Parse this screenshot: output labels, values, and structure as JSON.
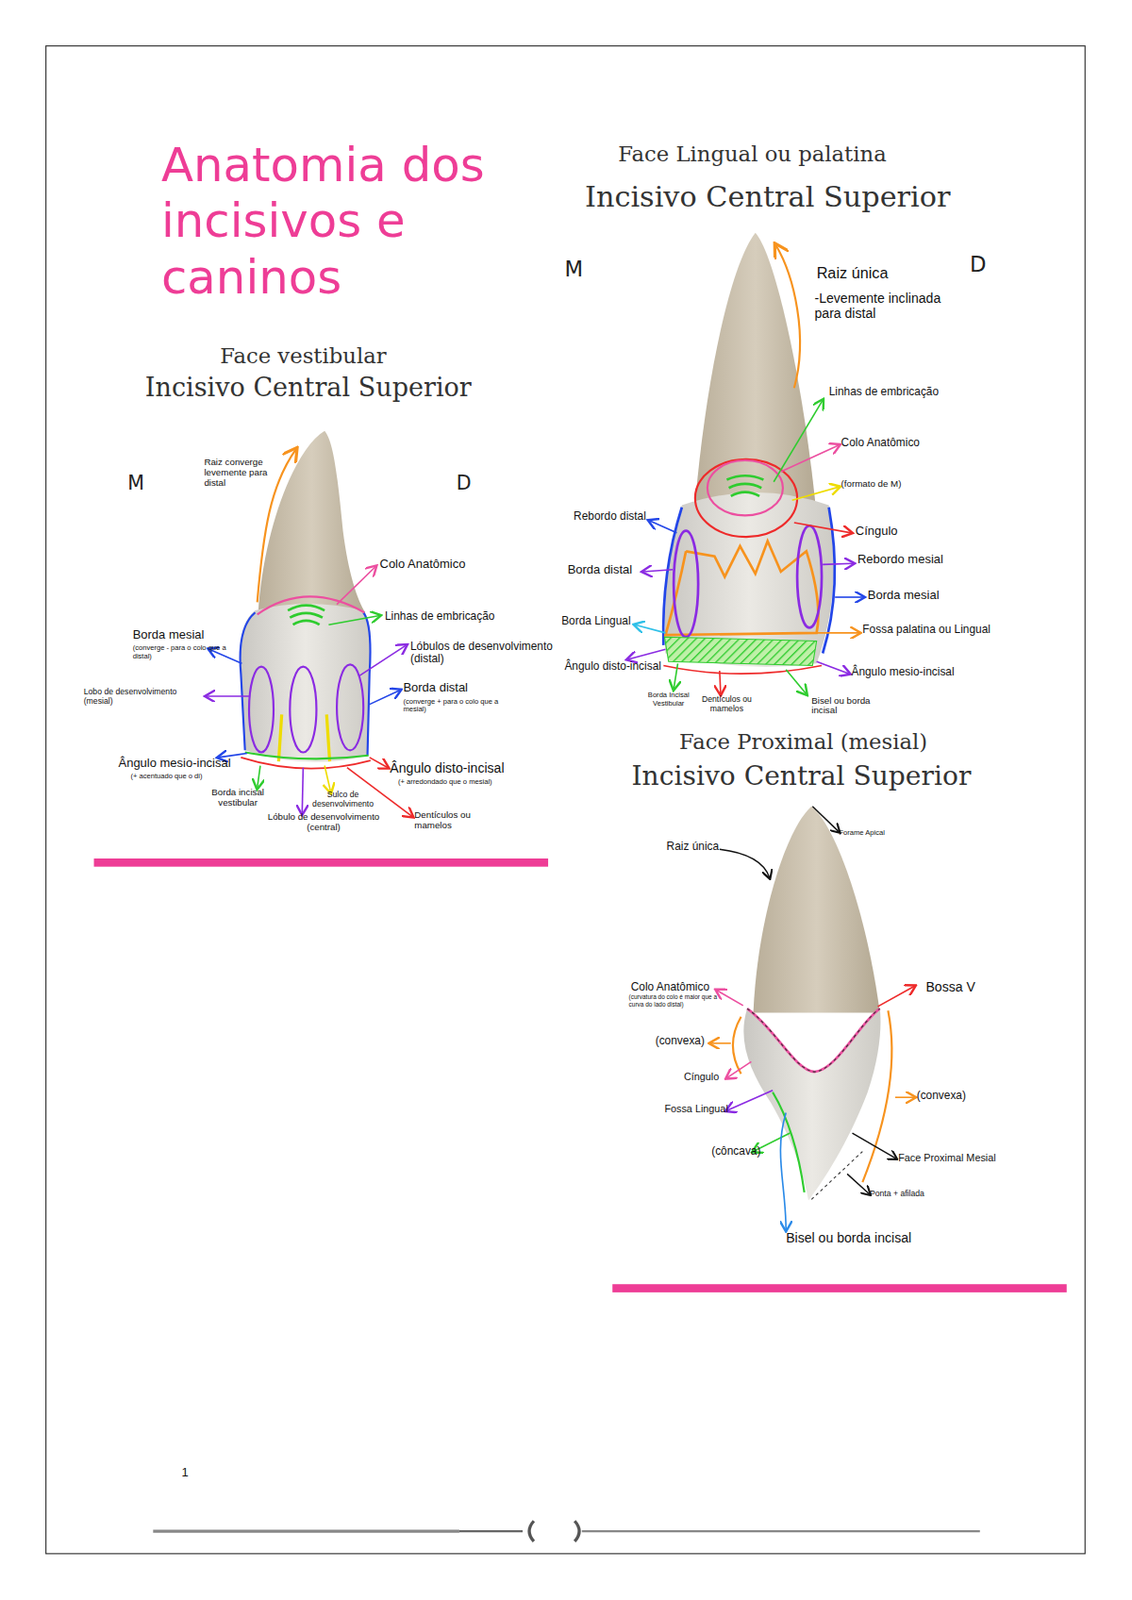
{
  "diagram": {
    "title": "Anatomia dos incisivos e caninos",
    "labels": [
      "Face vestibular",
      "Incisivo Central Superior",
      "M",
      "D",
      "Raiz converge levemente para distal",
      "Colo Anatômico",
      "Linhas de embricação",
      "Lóbulos de desenvolvimento (distal)",
      "Borda mesial",
      "(converge - para o colo que a distal)",
      "Lobo de desenvolvimento (mesial)",
      "Borda distal",
      "(converge + para o colo que a mesial)",
      "Ângulo mesio-incisal",
      "(+ acentuado que o di)",
      "Ângulo disto-incisal",
      "(+ arredondado que o mesial)",
      "Borda incisal vestibular",
      "Sulco de desenvolvimento",
      "Lóbulo de desenvolvimento (central)",
      "Dentículos ou mamelos",
      "Face Lingual ou palatina",
      "Incisivo Central Superior",
      "M",
      "D",
      "Raiz única",
      "-Levemente inclinada para distal",
      "Linhas de embricação",
      "Colo Anatômico",
      "(formato de M)",
      "Cíngulo",
      "Rebordo distal",
      "Rebordo mesial",
      "Borda distal",
      "Borda mesial",
      "Borda Lingual",
      "Fossa palatina ou Lingual",
      "Ângulo disto-incisal",
      "Ângulo mesio-incisal",
      "Borda Incisal Vestibular",
      "Dentículos ou mamelos",
      "Bisel ou borda incisal",
      "Face Proximal (mesial)",
      "Incisivo Central Superior",
      "Raiz única",
      "Forame Apical",
      "Colo Anatômico",
      "(curvatura do colo é maior que a curva do lado distal)",
      "Bossa V",
      "(convexa)",
      "Cíngulo",
      "(convexa)",
      "Fossa Lingual",
      "(côncava)",
      "Face Proximal Mesial",
      "Ponta + afilada",
      "Bisel ou borda incisal",
      "1"
    ]
  }
}
